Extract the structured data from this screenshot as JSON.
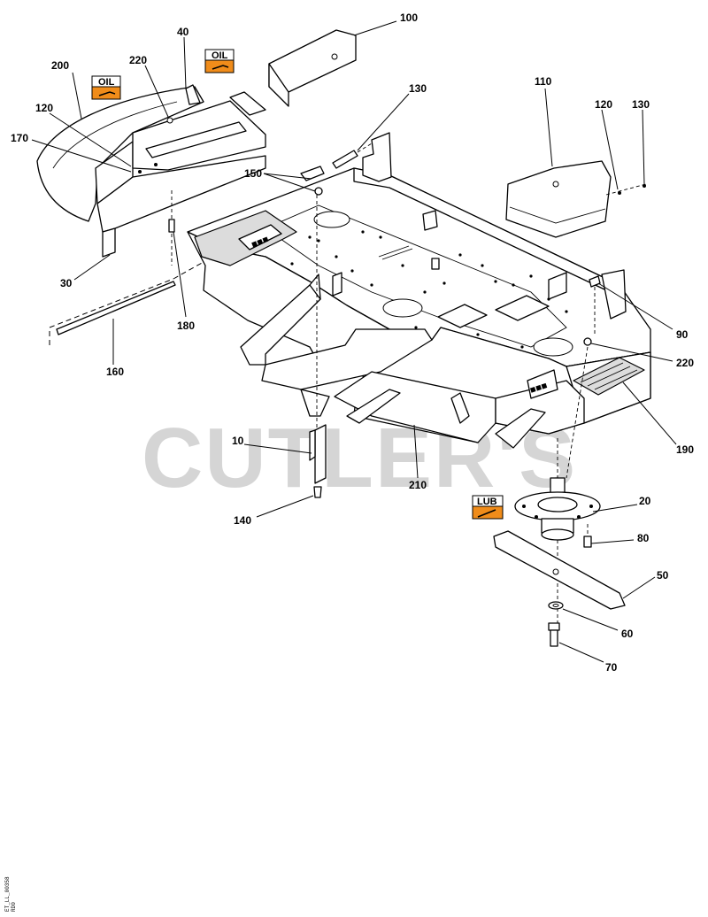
{
  "watermark": "CUTLER'S",
  "drawing_code": "ET_LL_00358",
  "drawing_rev": "RD0",
  "decals": {
    "oil_left": "OIL",
    "oil_right": "OIL",
    "lube": "LUB"
  },
  "callouts": [
    "100",
    "40",
    "220",
    "200",
    "130",
    "110",
    "120",
    "130",
    "120",
    "170",
    "150",
    "30",
    "180",
    "160",
    "90",
    "220",
    "190",
    "10",
    "210",
    "20",
    "140",
    "80",
    "50",
    "60",
    "70"
  ]
}
